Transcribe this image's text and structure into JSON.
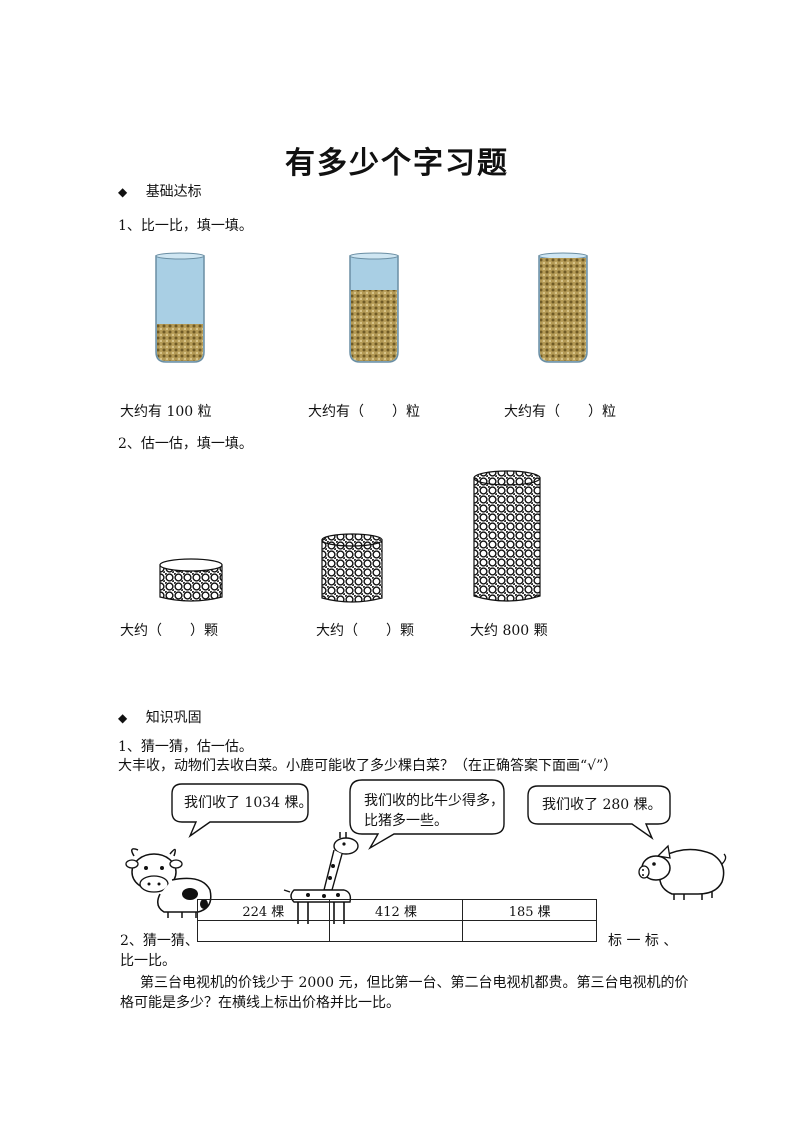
{
  "title": "有多少个字习题",
  "section1": {
    "heading": "基础达标",
    "q1": {
      "text": "1、比一比，填一填。",
      "captions": [
        "大约有 100 粒",
        "大约有（　　）粒",
        "大约有（　　）粒"
      ]
    },
    "q2": {
      "text": "2、估一估，填一填。",
      "captions": [
        "大约（　　）颗",
        "大约（　　）颗",
        "大约 800 颗"
      ]
    }
  },
  "section2": {
    "heading": "知识巩固",
    "q1": {
      "text": "1、猜一猜，估一估。",
      "prompt": "大丰收，动物们去收白菜。小鹿可能收了多少棵白菜？（在正确答案下面画“√”）",
      "bubbles": [
        "我们收了 1034 棵。",
        "我们收的比牛少得多，",
        "比猪多一些。",
        "我们收了 280 棵。"
      ],
      "options": [
        "224 棵",
        "412 棵",
        "185 棵"
      ]
    },
    "q2": {
      "prefix": "2、猜一猜、",
      "suffix": "标 一 标 、",
      "line2": "比一比。",
      "body_line1": "第三台电视机的价钱少于 2000 元，但比第一台、第二台电视机都贵。第三台电视机的价",
      "body_line2": "格可能是多少？在横线上标出价格并比一比。"
    }
  },
  "colors": {
    "glass": "#a9cfe4",
    "bean": "#a08a4a",
    "ink": "#111111"
  }
}
